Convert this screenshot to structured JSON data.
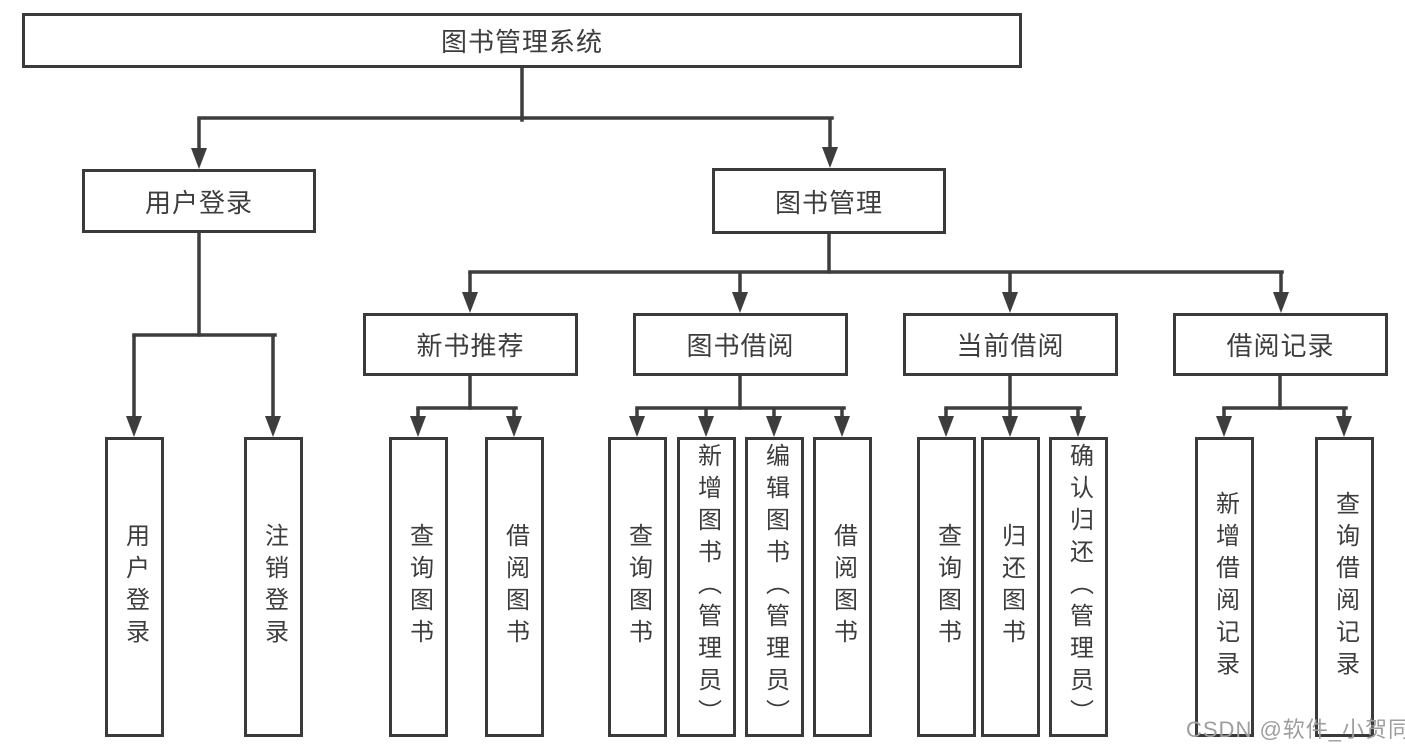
{
  "diagram": {
    "title": "图书管理系统",
    "nodes": {
      "root": "图书管理系统",
      "user_login": {
        "label": "用户登录",
        "children": [
          "用户登录",
          "注销登录"
        ]
      },
      "book_mgmt": {
        "label": "图书管理",
        "children": [
          {
            "label": "新书推荐",
            "children": [
              "查询图书",
              "借阅图书"
            ]
          },
          {
            "label": "图书借阅",
            "children": [
              "查询图书",
              "新增图书（管理员）",
              "编辑图书（管理员）",
              "借阅图书"
            ]
          },
          {
            "label": "当前借阅",
            "children": [
              "查询图书",
              "归还图书",
              "确认归还（管理员）"
            ]
          },
          {
            "label": "借阅记录",
            "children": [
              "新增借阅记录",
              "查询借阅记录"
            ]
          }
        ]
      }
    },
    "line_color": "#3d3d3d",
    "box_border_color": "#3a3a3a",
    "text_color": "#3d3d3d"
  },
  "watermark": {
    "text": "CSDN @软件_小贺同学",
    "color": "#9e9e9e"
  }
}
